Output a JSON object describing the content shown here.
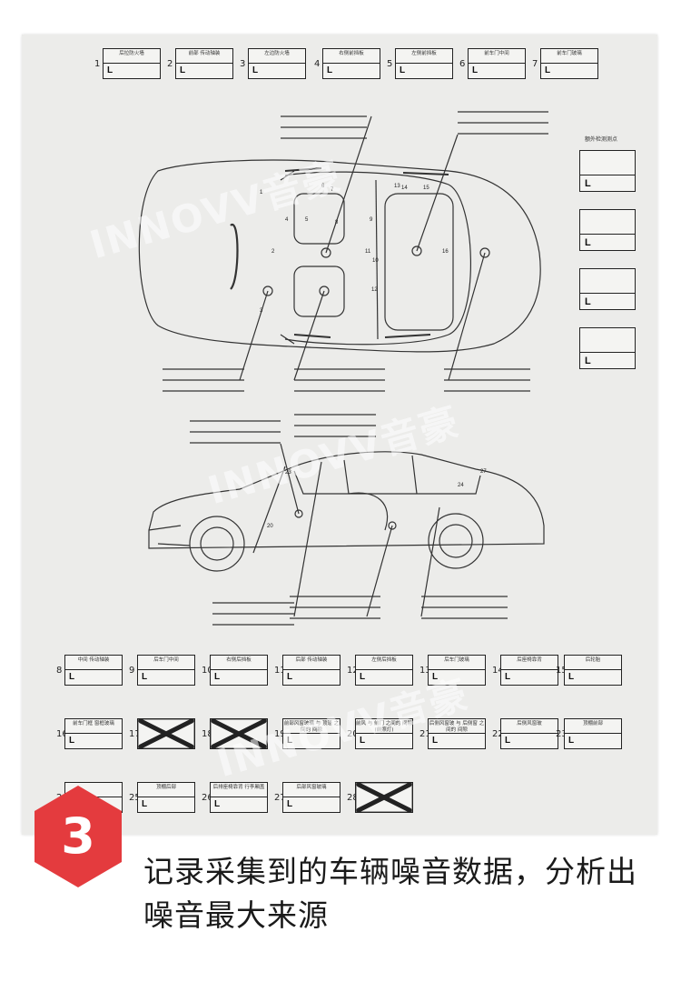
{
  "top_slots": [
    {
      "num": "1",
      "label": "后拉防火墙",
      "mark": "L"
    },
    {
      "num": "2",
      "label": "前部 传动轴装",
      "mark": "L"
    },
    {
      "num": "3",
      "label": "左边防火墙",
      "mark": "L"
    },
    {
      "num": "4",
      "label": "右侧前挡板",
      "mark": "L"
    },
    {
      "num": "5",
      "label": "左侧前挡板",
      "mark": "L"
    },
    {
      "num": "6",
      "label": "前车门中间",
      "mark": "L"
    },
    {
      "num": "7",
      "label": "前车门玻璃",
      "mark": "L"
    }
  ],
  "side_panel": {
    "heading": "额外检测测点",
    "boxes": [
      {
        "mark": "L"
      },
      {
        "mark": "L"
      },
      {
        "mark": "L"
      },
      {
        "mark": "L"
      }
    ]
  },
  "diagram_numbers_top": [
    "1",
    "2",
    "3",
    "4",
    "5",
    "6",
    "7",
    "8",
    "9",
    "10",
    "11",
    "12",
    "13",
    "14",
    "15",
    "16"
  ],
  "diagram_numbers_side": [
    "20",
    "23",
    "24",
    "27"
  ],
  "bottom_slots": [
    {
      "num": "8",
      "label": "中间 传动轴装",
      "mark": "L",
      "crossed": false
    },
    {
      "num": "9",
      "label": "后车门中间",
      "mark": "L",
      "crossed": false
    },
    {
      "num": "10",
      "label": "右侧后挡板",
      "mark": "L",
      "crossed": false
    },
    {
      "num": "11",
      "label": "后部 传动轴装",
      "mark": "L",
      "crossed": false
    },
    {
      "num": "12",
      "label": "左侧后挡板",
      "mark": "L",
      "crossed": false
    },
    {
      "num": "13",
      "label": "后车门玻璃",
      "mark": "L",
      "crossed": false
    },
    {
      "num": "14",
      "label": "后座椅靠背",
      "mark": "L",
      "crossed": false
    },
    {
      "num": "15",
      "label": "后轮胎",
      "mark": "L",
      "crossed": false
    },
    {
      "num": "16",
      "label": "前车门框 窗框玻璃",
      "mark": "L",
      "crossed": false
    },
    {
      "num": "17",
      "label": "",
      "mark": "",
      "crossed": true
    },
    {
      "num": "18",
      "label": "",
      "mark": "",
      "crossed": true
    },
    {
      "num": "19",
      "label": "前部风窗玻璃 与 顶篷 之间的 间隙",
      "mark": "L",
      "crossed": false
    },
    {
      "num": "20",
      "label": "前风 与 前门 之间的 间隙 (前照灯)",
      "mark": "L",
      "crossed": false
    },
    {
      "num": "21",
      "label": "后侧风窗玻 与 后侧窗 之间的 间隙",
      "mark": "L",
      "crossed": false
    },
    {
      "num": "22",
      "label": "后侧风窗玻",
      "mark": "L",
      "crossed": false
    },
    {
      "num": "23",
      "label": "顶棚前部",
      "mark": "L",
      "crossed": false
    },
    {
      "num": "24",
      "label": "",
      "mark": "L",
      "crossed": false
    },
    {
      "num": "25",
      "label": "顶棚后部",
      "mark": "L",
      "crossed": false
    },
    {
      "num": "26",
      "label": "后排座椅靠背 行李厢盖",
      "mark": "L",
      "crossed": false
    },
    {
      "num": "27",
      "label": "后部风窗玻璃",
      "mark": "L",
      "crossed": false
    },
    {
      "num": "28",
      "label": "",
      "mark": "",
      "crossed": true
    }
  ],
  "watermark": {
    "brand": "INNOVV",
    "suffix": "音豪"
  },
  "step": {
    "number": "3",
    "caption": "记录采集到的车辆噪音数据，分析出噪音最大来源"
  },
  "colors": {
    "badge": "#e43b3e",
    "paper": "#ececea",
    "ink": "#222222"
  }
}
